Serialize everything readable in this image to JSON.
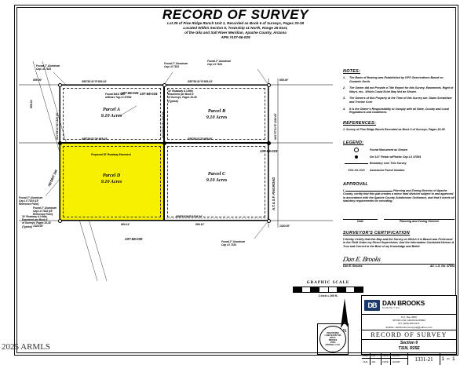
{
  "document": {
    "title": "RECORD OF SURVEY",
    "subtitle_lines": [
      "Lot 29 of Pine Ridge Ranch Unit 1, Recorded as Book 6 of Surveys, Pages 33-38",
      "Located Within Section 6, Township 11 North, Range 25 East,",
      "of the Gila and Salt River Meridian, Apache County, Arizona",
      "APN #107-56-029"
    ],
    "watermark": "2025 ARMLS"
  },
  "notes": {
    "heading": "NOTES:",
    "items": [
      {
        "n": "1.",
        "text": "The Basis of Bearing was Established by GPS Observations Based on Geodetic North."
      },
      {
        "n": "2.",
        "text": "The Owner did not Provide a Title Report  for this Survey. Easements, Right of Way's, etc., Which Could Exist May Not be Shown."
      },
      {
        "n": "3.",
        "text": "The Owners of this Property at the Time of this Survey are: Diane Schweitzer and Trevise Corn"
      },
      {
        "n": "4.",
        "text": "It is the Owner's Responsibility to Comply with all State, County and Local Regulations and Guidelines."
      }
    ]
  },
  "references": {
    "heading": "REFERENCES:",
    "items": [
      "1. Survey of Pine Ridge Ranch Recorded as Book 6 of Surveys, Pages 33-38"
    ]
  },
  "legend": {
    "heading": "LEGEND:",
    "rows": [
      {
        "symbol": "open-circle",
        "label": "Found Monument as Shown"
      },
      {
        "symbol": "filled-circle",
        "label": "Set 1/2\" Rebar w/Plastic Cap LS 47854"
      },
      {
        "symbol": "line",
        "label": "Boundary Line This Survey"
      },
      {
        "symbol": "XXX-XX-XXX",
        "label": "Assessors Parcel Number"
      }
    ]
  },
  "approval": {
    "heading": "APPROVAL",
    "body_prefix": "I, ",
    "body_suffix": " Planning and Zoning Director of Apache County, certify that this plat creates a minor land division subject to and approved in accordance with the Apache County Subdivision Ordinance, and that it meets all statutory requirements for recording.",
    "sig_left_label": "Date",
    "sig_right_label": "Planning and Zoning Director"
  },
  "certification": {
    "heading": "SURVEYOR'S CERTIFICATION",
    "body": "I Hereby Certify that this Map and the Survey on Which it is Based was Performed in the Field Under my Direct Supervision; And the Information Contained Hereon is True and Correct to the Best of my Knowledge and Belief.",
    "signature": "Dan E. Brooks",
    "name_label": "Dan E. Brooks",
    "license_label": "AZ. L.S. No. 47854"
  },
  "map": {
    "parcels": [
      {
        "name": "Parcel A",
        "acres": "9.10 Acres"
      },
      {
        "name": "Parcel B",
        "acres": "9.10 Acres"
      },
      {
        "name": "Parcel C",
        "acres": "9.10 Acres"
      },
      {
        "name": "Parcel D",
        "acres": "9.10 Acres",
        "highlight": true
      }
    ],
    "apn_labels": [
      "107-56-024",
      "107-56-023",
      "107-56-030"
    ],
    "monument_callouts": [
      "Found 2\" Aluminum Cap LS 7324",
      "Found 2\" Aluminum Cap LS 7324 (15' Reference Point)",
      "Found 2\" Aluminum Cap LS 7324",
      "Found 2\" Aluminum Cap LS 7324",
      "Found MAG Nail w/Brass Tag LS 47854",
      "Found 2\" Aluminum Cap LS 7324 (15' Reference Point)",
      "Found 2\" Aluminum Cap LS 7324"
    ],
    "easement_notes": [
      "30' Roadway & Utility Easement per Book 6 of Surveys, Pages 33-38 (Typical)",
      "Proposed 30' Roadway Easement",
      "30' Roadway & Utility Easement per Book 6 of Surveys, Pages 33-38 (Typical)"
    ],
    "bearings": [
      "S88°51'39\"E   1318.24'",
      "S88°54'41\"E   659.24'",
      "S88°54'41\"E   659.24'",
      "S88°54'41\"E   659.00'",
      "S88°51'39\"E   659.00'",
      "N88°54'41\"W   659.24'",
      "N01°07'21\"E   1320.00'",
      "S01°08'21\"W   1320.00'",
      "660.12'",
      "659.00'",
      "660.14'",
      "659.24'",
      "1318.24'",
      "1320.00'"
    ],
    "road_label": "NESBIT DR",
    "railroad_label": "A.T.& S.F. RAILROAD"
  },
  "graphic_scale": {
    "title": "GRAPHIC SCALE",
    "ticks": [
      "200",
      "0",
      "100",
      "200",
      "400"
    ],
    "caption": "1 inch = 200 ft."
  },
  "title_block": {
    "company": "DAN BROOKS",
    "company_sub": "SURVEYING",
    "logo_initials": "DB",
    "address_lines": [
      "P.O. Box 3569",
      "SHOW LOW, ARIZONA  85902",
      "PH. (928) 308-2471",
      "E-MAIL: danbrooks.surveying@yahoo.com"
    ],
    "doc_type": "RECORD  OF  SURVEY",
    "section_line1": "Section 6",
    "section_line2": "T11N, R25E",
    "drawn_label": "DWN.",
    "drawn_value": "mjb",
    "chk_label": "CHK.",
    "chk_value": "dhb",
    "date_label_1": "DATE:",
    "date_value_1": "10/2025",
    "date_label_2": "DATE:",
    "date_value_2": "10/2025",
    "job_label": "JOB NO.",
    "job_value": "1331-21",
    "sheet_label": "SHEET",
    "sheet_num": "1",
    "sheet_of": "1"
  },
  "seal": {
    "line1": "REGISTERED",
    "line2": "LAND SURVEYOR",
    "line3": "DAN E.",
    "line4": "BROOKS",
    "line5": "47854",
    "line6": "ARIZONA, U.S.A."
  }
}
